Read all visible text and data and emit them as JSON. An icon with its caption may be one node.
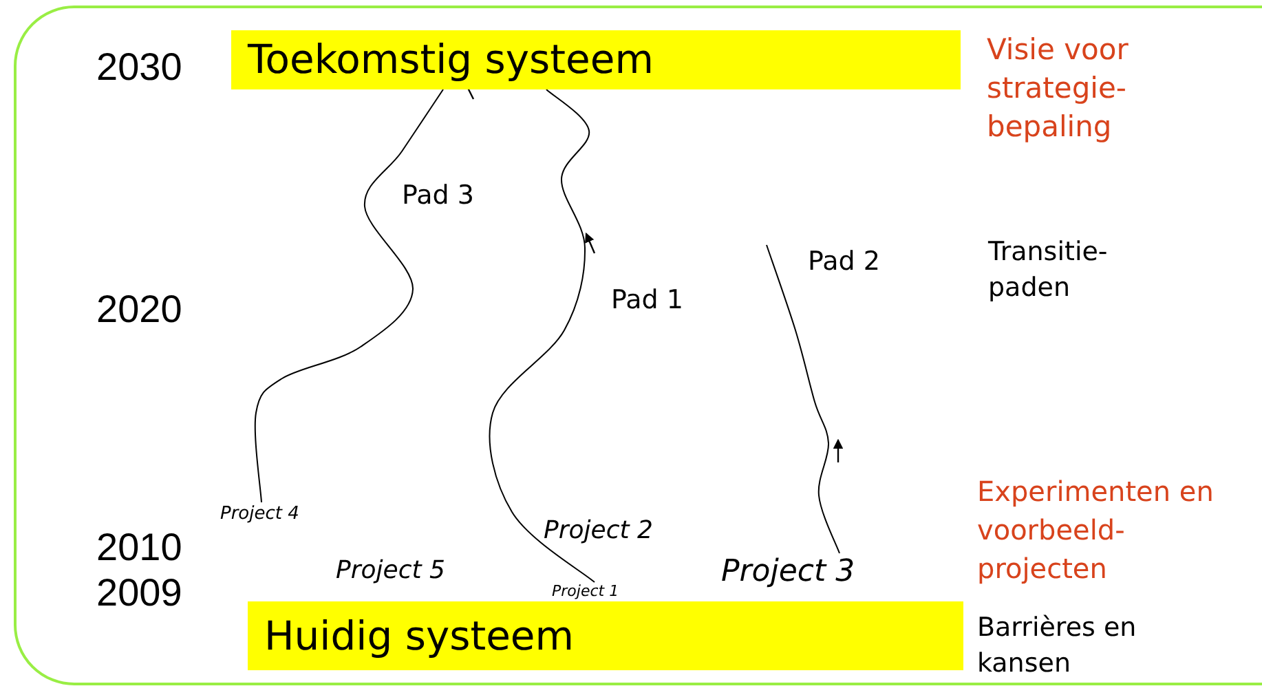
{
  "diagram": {
    "nodes": [
      {
        "text": [
          "Toekomstig systeem"
        ]
      },
      {
        "text": [
          "Huidig systeem"
        ]
      },
      {
        "text": [
          "Project 4"
        ]
      },
      {
        "text": [
          "Project 5"
        ]
      },
      {
        "text": [
          "Project 2"
        ]
      },
      {
        "text": [
          "Project 1"
        ]
      },
      {
        "text": [
          "Project 3"
        ]
      }
    ],
    "edges": [
      {
        "from": 2,
        "to": 0,
        "arrow": "none",
        "label": "Pad 3"
      },
      {
        "from": 5,
        "to": 0,
        "arrow": "none",
        "label": "Pad 1"
      },
      {
        "from": 6,
        "to": null,
        "arrow": "none",
        "label": "Pad 2"
      }
    ],
    "labels": [
      "2030",
      "Visie voor strategie-bepaling",
      "Transitie-paden",
      "2020",
      "Experimenten en voorbeeld-projecten",
      "2010",
      "2009",
      "Barrières en kansen"
    ]
  }
}
